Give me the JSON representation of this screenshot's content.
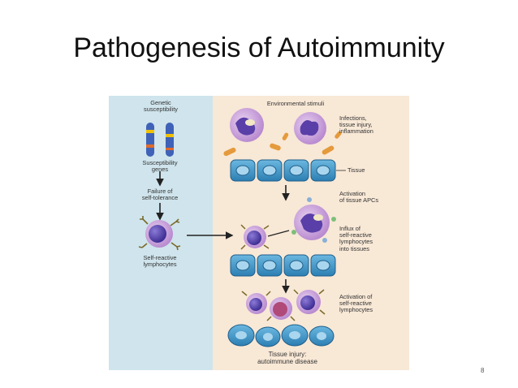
{
  "slide": {
    "title": "Pathogenesis of Autoimmunity",
    "page_number": "8"
  },
  "figure": {
    "left_panel": {
      "heading": [
        "Genetic",
        "susceptibility"
      ],
      "genes_label": [
        "Susceptibility",
        "genes"
      ],
      "failure_label": [
        "Failure of",
        "self-tolerance"
      ],
      "cells_label": [
        "Self-reactive",
        "lymphocytes"
      ]
    },
    "right_panel": {
      "heading": "Environmental stimuli",
      "infection_label": [
        "Infections,",
        "tissue injury,",
        "inflammation"
      ],
      "tissue_label": "Tissue",
      "apc_label": [
        "Activation",
        "of tissue APCs"
      ],
      "influx_label": [
        "Influx of",
        "self-reactive",
        "lymphocytes",
        "into tissues"
      ],
      "activation_label": [
        "Activation of",
        "self-reactive",
        "lymphocytes"
      ],
      "injury_label": [
        "Tissue injury:",
        "autoimmune disease"
      ]
    },
    "colors": {
      "left_bg": "#cfe4ec",
      "right_bg": "#f8e8d6",
      "cell": "#6a58b8",
      "cell_light": "#d9b5e2",
      "tissue": "#3f95c6",
      "bacteria": "#e59a3c",
      "arrow": "#222222"
    }
  }
}
